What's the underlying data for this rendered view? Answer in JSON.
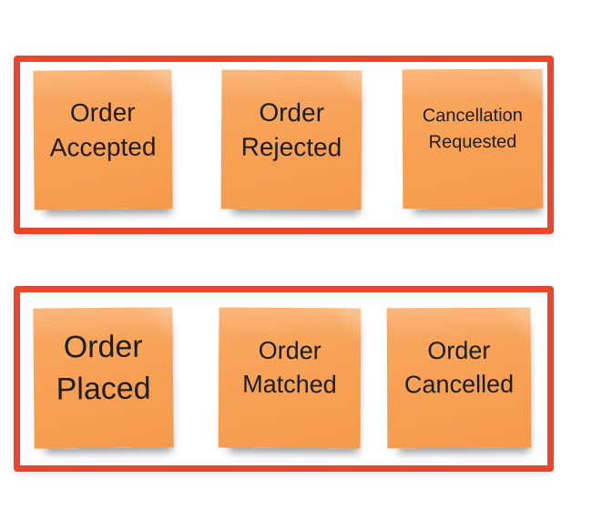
{
  "colors": {
    "canvas_bg": "#ffffff",
    "frame_border": "#e8472b",
    "note_top": "#f9aa64",
    "note_mid": "#f7a156",
    "note_bottom": "#f49a4b",
    "text_color": "#1d1d1d"
  },
  "rows": [
    {
      "name": "row-1",
      "notes": [
        {
          "id": "order-accepted",
          "lines": [
            "Order",
            "Accepted"
          ]
        },
        {
          "id": "order-rejected",
          "lines": [
            "Order",
            "Rejected"
          ]
        },
        {
          "id": "cancellation-requested",
          "lines": [
            "Cancellation",
            "Requested"
          ]
        }
      ]
    },
    {
      "name": "row-2",
      "notes": [
        {
          "id": "order-placed",
          "lines": [
            "Order",
            "Placed"
          ]
        },
        {
          "id": "order-matched",
          "lines": [
            "Order",
            "Matched"
          ]
        },
        {
          "id": "order-cancelled",
          "lines": [
            "Order",
            "Cancelled"
          ]
        }
      ]
    }
  ]
}
